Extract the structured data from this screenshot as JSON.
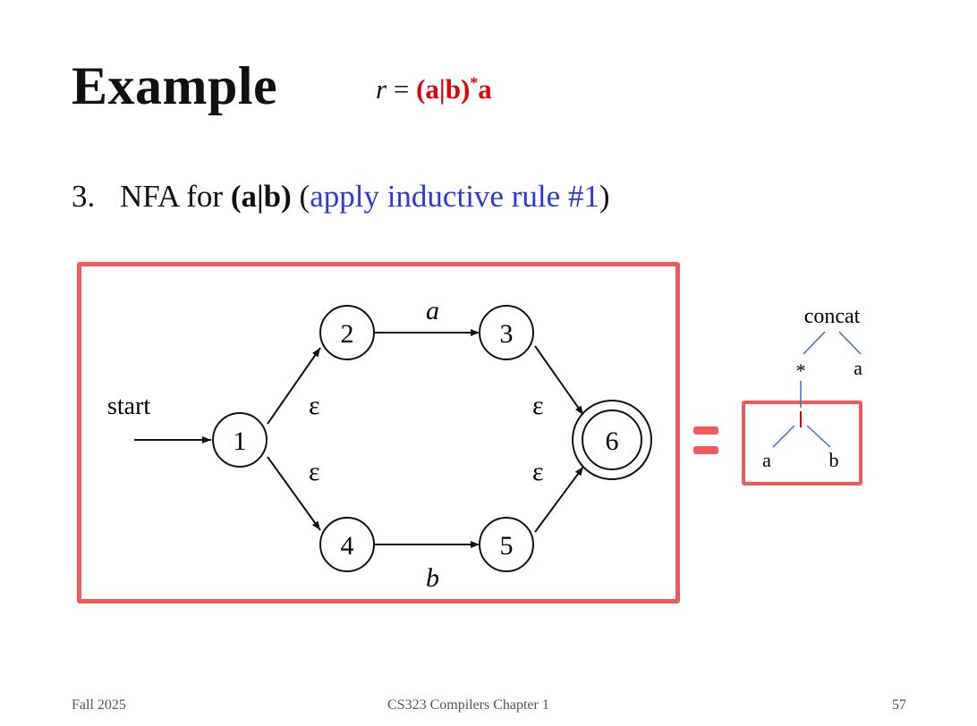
{
  "slide": {
    "title": "Example",
    "regex": {
      "prefix_var": "r",
      "equals": " = ",
      "body": "(a|b)",
      "star": "*",
      "suffix": "a"
    },
    "bullet": {
      "number": "3.",
      "text1": "NFA for ",
      "bold_expr": "(a|b)",
      "open_paren": " (",
      "blue_text": "apply inductive rule #1",
      "close_paren": ")"
    }
  },
  "nfa": {
    "start_label": "start",
    "states": [
      "1",
      "2",
      "3",
      "4",
      "5",
      "6"
    ],
    "accepting_state": "6",
    "transitions": [
      {
        "from": "1",
        "to": "2",
        "label": "ε"
      },
      {
        "from": "1",
        "to": "4",
        "label": "ε"
      },
      {
        "from": "2",
        "to": "3",
        "label": "a"
      },
      {
        "from": "4",
        "to": "5",
        "label": "b"
      },
      {
        "from": "3",
        "to": "6",
        "label": "ε"
      },
      {
        "from": "5",
        "to": "6",
        "label": "ε"
      }
    ]
  },
  "tree": {
    "root": "concat",
    "star": "*",
    "right_leaf": "a",
    "union": "|",
    "union_left": "a",
    "union_right": "b"
  },
  "colors": {
    "highlight": "#f15a5a",
    "red_text": "#e00000",
    "blue_text": "#2a39d8",
    "tree_lines": "#3a6fc4"
  },
  "footer": {
    "left": "Fall 2025",
    "center": "CS323 Compilers Chapter 1",
    "right": "57"
  }
}
